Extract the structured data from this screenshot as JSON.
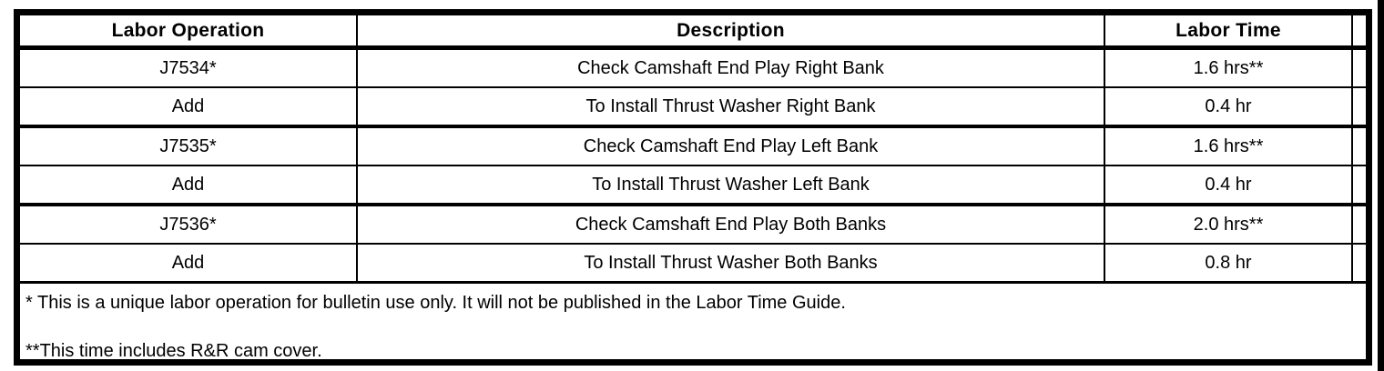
{
  "colors": {
    "border": "#000000",
    "background": "#ffffff",
    "text": "#000000"
  },
  "table": {
    "columns": {
      "labor_operation": "Labor Operation",
      "description": "Description",
      "labor_time": "Labor Time"
    },
    "rows": [
      {
        "labor_operation": "J7534*",
        "description": "Check Camshaft End Play Right Bank",
        "labor_time": "1.6 hrs**"
      },
      {
        "labor_operation": "Add",
        "description": "To Install Thrust Washer Right Bank",
        "labor_time": "0.4 hr"
      },
      {
        "labor_operation": "J7535*",
        "description": "Check Camshaft End Play Left Bank",
        "labor_time": "1.6 hrs**"
      },
      {
        "labor_operation": "Add",
        "description": "To Install Thrust Washer Left Bank",
        "labor_time": "0.4 hr"
      },
      {
        "labor_operation": "J7536*",
        "description": "Check Camshaft End Play Both Banks",
        "labor_time": "2.0 hrs**"
      },
      {
        "labor_operation": "Add",
        "description": "To Install Thrust Washer Both Banks",
        "labor_time": "0.8 hr"
      }
    ],
    "footnotes": [
      "* This is a unique labor operation for bulletin use only. It will not be published in the Labor Time Guide.",
      "**This time includes R&R cam cover."
    ]
  }
}
